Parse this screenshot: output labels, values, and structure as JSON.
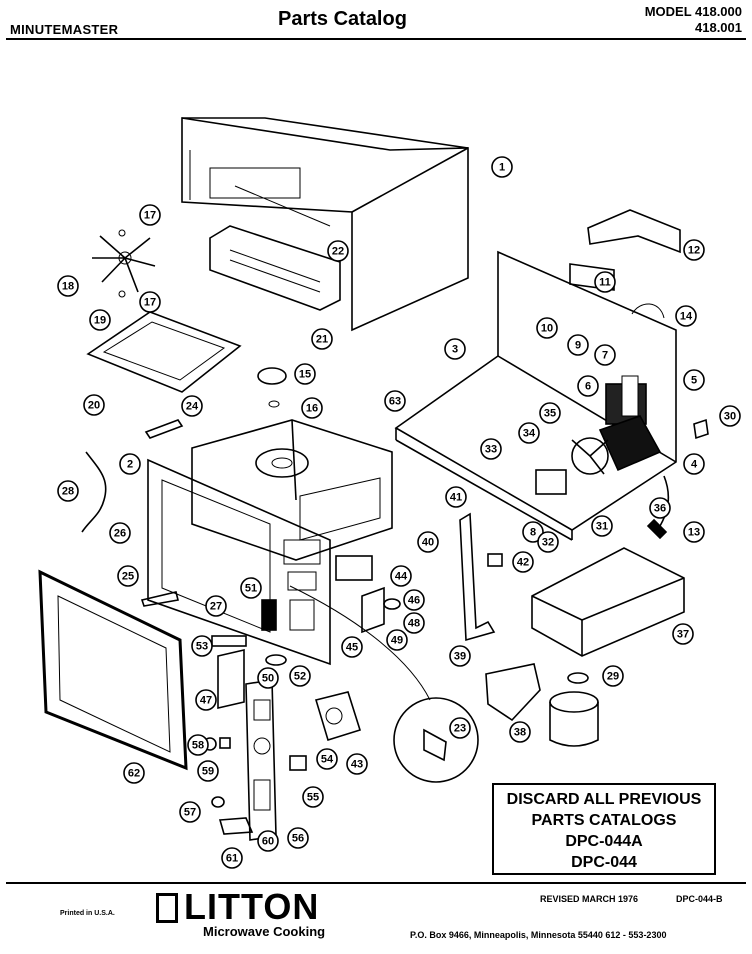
{
  "header": {
    "brand": "MINUTEMASTER",
    "title": "Parts Catalog",
    "model_line1": "MODEL 418.000",
    "model_line2": "418.001"
  },
  "callouts": [
    "1",
    "2",
    "3",
    "4",
    "5",
    "6",
    "7",
    "8",
    "9",
    "10",
    "11",
    "12",
    "13",
    "14",
    "15",
    "16",
    "17",
    "17",
    "18",
    "19",
    "20",
    "21",
    "22",
    "23",
    "24",
    "25",
    "26",
    "27",
    "28",
    "29",
    "30",
    "31",
    "32",
    "33",
    "34",
    "35",
    "36",
    "37",
    "38",
    "39",
    "40",
    "41",
    "42",
    "43",
    "44",
    "45",
    "46",
    "47",
    "48",
    "49",
    "50",
    "51",
    "52",
    "53",
    "54",
    "55",
    "56",
    "57",
    "58",
    "59",
    "60",
    "61",
    "62",
    "63"
  ],
  "notice": {
    "line1": "DISCARD ALL PREVIOUS",
    "line2": "PARTS CATALOGS",
    "line3": "DPC-044A",
    "line4": "DPC-044"
  },
  "footer": {
    "printed": "Printed in U.S.A.",
    "logo": "LITTON",
    "logo_sub": "Microwave Cooking",
    "revised": "REVISED MARCH 1976",
    "doc_no": "DPC-044-B",
    "address": "P.O. Box 9466, Minneapolis, Minnesota 55440   612 - 553-2300"
  }
}
